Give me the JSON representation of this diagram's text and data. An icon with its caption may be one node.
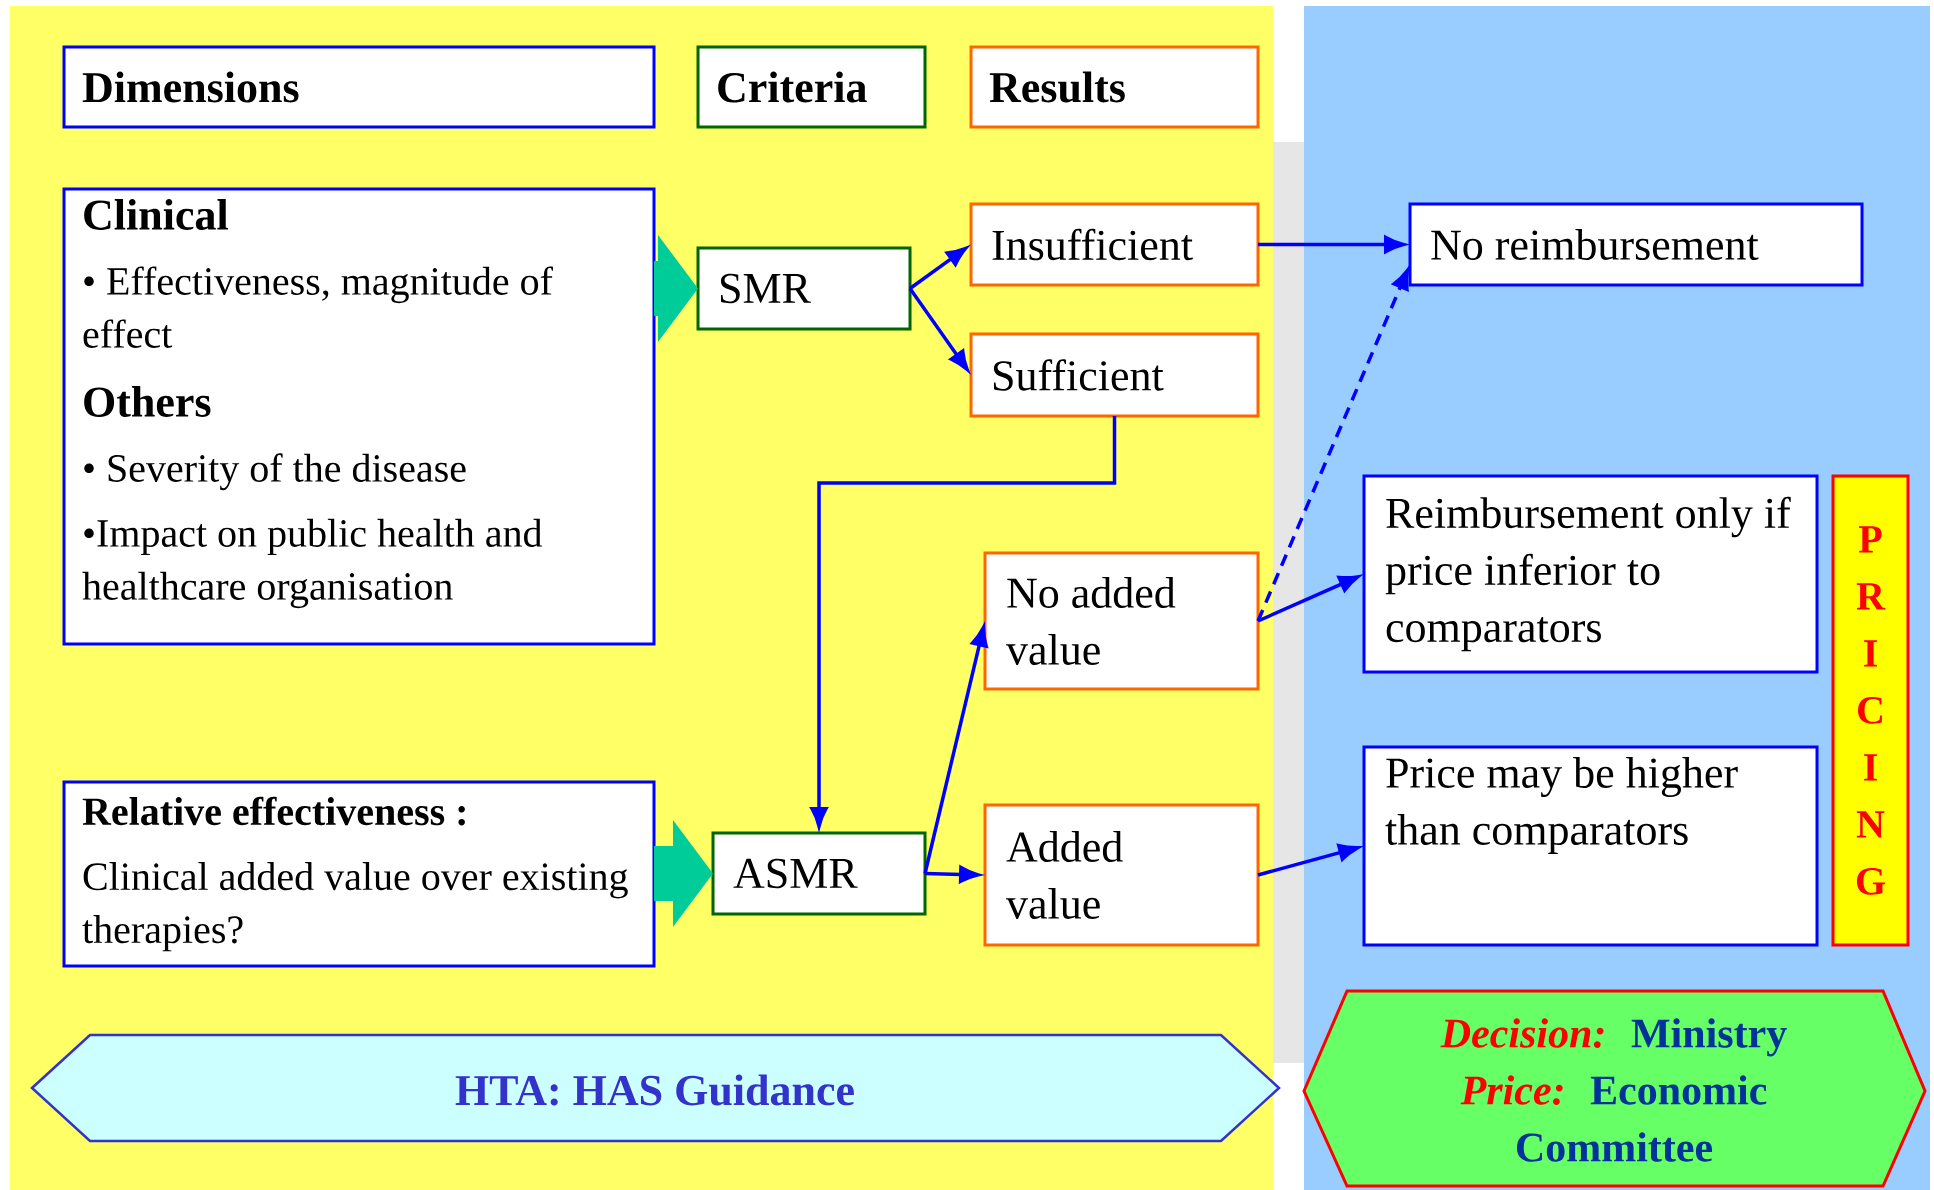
{
  "diagram": {
    "nodes": [
      {
        "text": [
          "Dimensions"
        ]
      },
      {
        "text": [
          "Criteria"
        ]
      },
      {
        "text": [
          "Results"
        ]
      },
      {
        "text": [
          "Clinical",
          "• Effectiveness, magnitude of effect",
          "Others",
          "• Severity of the disease",
          "•Impact on public health and healthcare organisation"
        ]
      },
      {
        "text": [
          "SMR"
        ]
      },
      {
        "text": [
          "Insufficient"
        ]
      },
      {
        "text": [
          "Sufficient"
        ]
      },
      {
        "text": [
          "No reimbursement"
        ]
      },
      {
        "text": [
          "No added value"
        ]
      },
      {
        "text": [
          "Reimbursement only if price inferior to comparators"
        ]
      },
      {
        "text": [
          "PRICING"
        ]
      },
      {
        "text": [
          "Relative effectiveness :",
          "Clinical added value over existing therapies?"
        ]
      },
      {
        "text": [
          "ASMR"
        ]
      },
      {
        "text": [
          "Added value"
        ]
      },
      {
        "text": [
          "Price may be higher than comparators"
        ]
      },
      {
        "text": [
          "HTA: HAS Guidance"
        ]
      },
      {
        "text": [
          "Decision:",
          "Ministry",
          "Price:",
          "Economic Committee"
        ]
      }
    ],
    "edges": [
      {
        "from": 3,
        "to": 4,
        "arrow": "to",
        "style": "thick",
        "color": "#00cc99"
      },
      {
        "from": 4,
        "to": 5,
        "arrow": "to"
      },
      {
        "from": 4,
        "to": 6,
        "arrow": "to"
      },
      {
        "from": 6,
        "to": 12,
        "arrow": "to"
      },
      {
        "from": 12,
        "to": 8,
        "arrow": "to"
      },
      {
        "from": 12,
        "to": 13,
        "arrow": "to"
      },
      {
        "from": 5,
        "to": 7,
        "arrow": "to"
      },
      {
        "from": 8,
        "to": 7,
        "arrow": "to",
        "style": "dashed"
      },
      {
        "from": 8,
        "to": 9,
        "arrow": "to"
      },
      {
        "from": 13,
        "to": 14,
        "arrow": "to"
      },
      {
        "from": 11,
        "to": 12,
        "arrow": "to",
        "style": "thick",
        "color": "#00cc99"
      }
    ]
  }
}
